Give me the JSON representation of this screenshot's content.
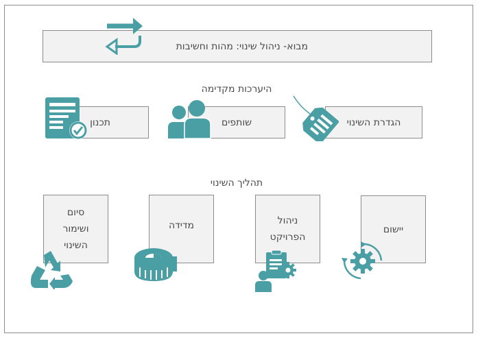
{
  "intro": {
    "label": "מבוא- ניהול שינוי: מהות וחשיבות"
  },
  "preparation": {
    "title": "היערכות מקדימה",
    "items": [
      {
        "label": "הגדרת השינוי"
      },
      {
        "label": "שותפים"
      },
      {
        "label": "תכנון"
      }
    ]
  },
  "process": {
    "title": "תהליך השינוי",
    "items": [
      {
        "label": "יישום"
      },
      {
        "lines": [
          "ניהול",
          "הפרויקט"
        ]
      },
      {
        "label": "מדידה"
      },
      {
        "lines": [
          "סיום",
          "ושימור",
          "השינוי"
        ]
      }
    ]
  },
  "colors": {
    "accent": "#4a9fa5",
    "box_fill": "#f2f2f2",
    "border": "#8c8c8c",
    "text": "#4a4a4a"
  }
}
